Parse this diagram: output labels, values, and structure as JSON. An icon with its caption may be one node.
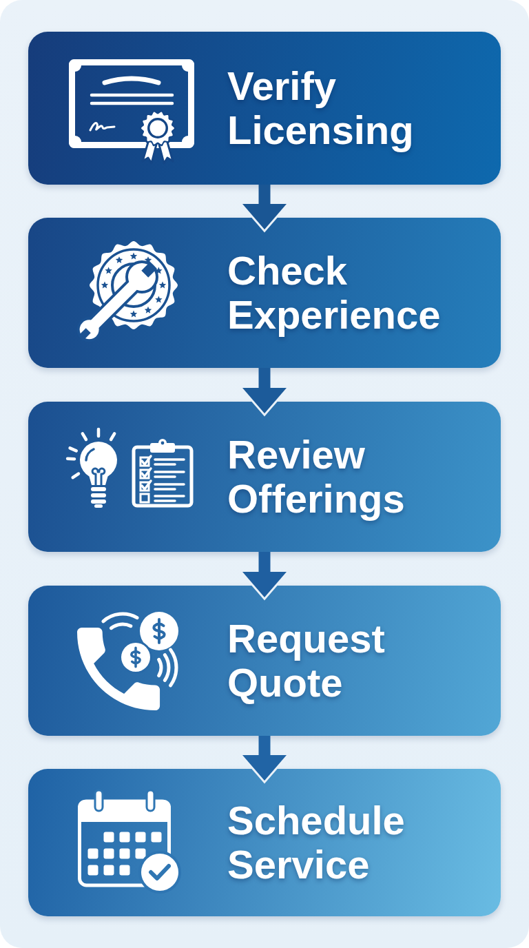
{
  "diagram": {
    "nodes": [
      {
        "text": [
          "Verify Licensing"
        ]
      },
      {
        "text": [
          "Check Experience"
        ]
      },
      {
        "text": [
          "Review Offerings"
        ]
      },
      {
        "text": [
          "Request Quote"
        ]
      },
      {
        "text": [
          "Schedule Service"
        ]
      }
    ],
    "edges": [
      {
        "from": 0,
        "to": 1,
        "arrow": "to"
      },
      {
        "from": 1,
        "to": 2,
        "arrow": "to"
      },
      {
        "from": 2,
        "to": 3,
        "arrow": "to"
      },
      {
        "from": 3,
        "to": 4,
        "arrow": "to"
      }
    ]
  }
}
